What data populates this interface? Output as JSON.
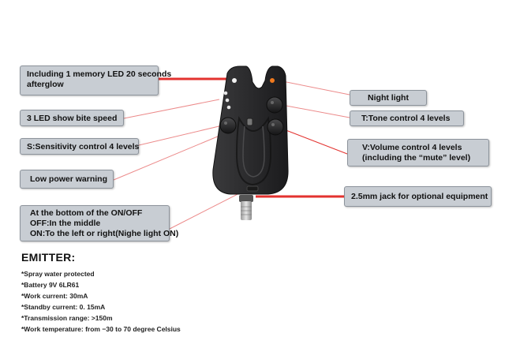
{
  "callouts": {
    "memory_led": [
      "Including 1 memory LED 20 seconds",
      "afterglow"
    ],
    "bite_speed": [
      "3 LED show bite speed"
    ],
    "sensitivity": [
      "S:Sensitivity control 4 levels"
    ],
    "low_power": [
      "Low power warning"
    ],
    "onoff": [
      "At the bottom of the ON/OFF",
      "OFF:In the middle",
      "ON:To the left or right(Nighe light ON)"
    ],
    "night_light": [
      "Night light"
    ],
    "tone": [
      "T:Tone control 4 levels"
    ],
    "volume": [
      "V:Volume control 4 levels",
      "(including the “mute” level)"
    ],
    "jack": [
      "2.5mm jack for optional equipment"
    ]
  },
  "emitter": {
    "title": "EMITTER:",
    "specs": [
      "*Spray water protected",
      "*Battery 9V 6LR61",
      "*Work current: 30mA",
      "*Standby current: 0. 15mA",
      "*Transmission range: >150m",
      "*Work temperature: from −30 to 70 degree Celsius"
    ]
  },
  "colors": {
    "callout_bg": "#c8cdd3",
    "leader_line": "#e3322f",
    "device_body": "#2b2b2d",
    "night_light_led": "#f07a1e"
  }
}
